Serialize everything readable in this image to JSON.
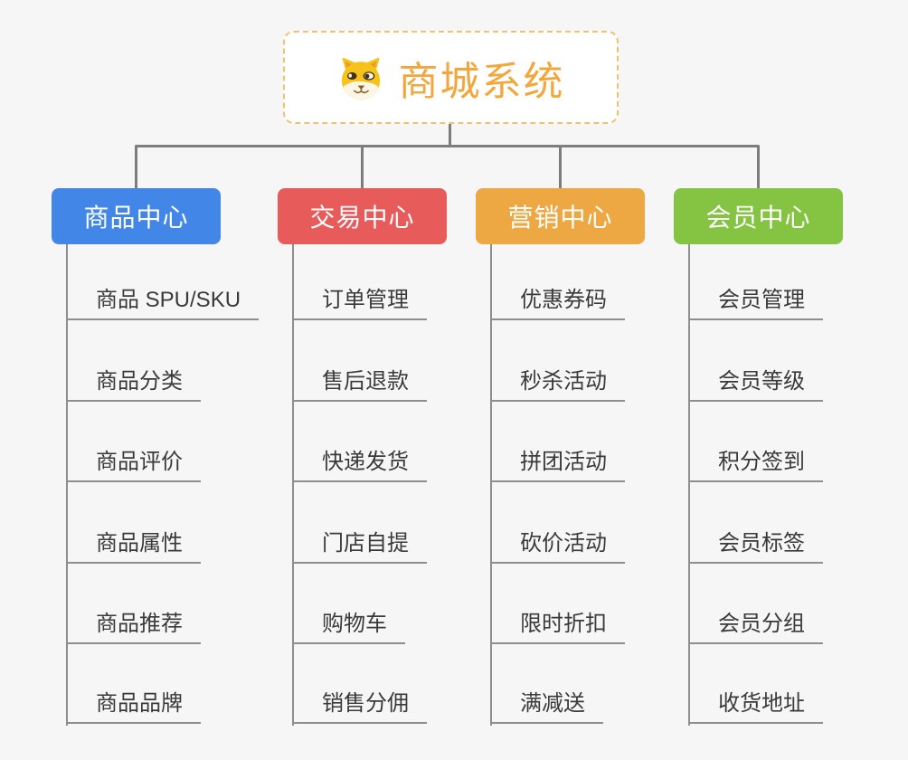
{
  "root": {
    "title": "商城系统",
    "icon": "dog-icon",
    "accent_color": "#f2a73d",
    "border_color": "#f3c06d"
  },
  "branches": [
    {
      "label": "商品中心",
      "color": "#4286e8",
      "children": [
        "商品 SPU/SKU",
        "商品分类",
        "商品评价",
        "商品属性",
        "商品推荐",
        "商品品牌"
      ]
    },
    {
      "label": "交易中心",
      "color": "#e85b5b",
      "children": [
        "订单管理",
        "售后退款",
        "快递发货",
        "门店自提",
        "购物车",
        "销售分佣"
      ]
    },
    {
      "label": "营销中心",
      "color": "#eea843",
      "children": [
        "优惠券码",
        "秒杀活动",
        "拼团活动",
        "砍价活动",
        "限时折扣",
        "满减送"
      ]
    },
    {
      "label": "会员中心",
      "color": "#84c442",
      "children": [
        "会员管理",
        "会员等级",
        "积分签到",
        "会员标签",
        "会员分组",
        "收货地址"
      ]
    }
  ],
  "colors": {
    "background": "#f6f6f6",
    "connector": "#7d7d7d",
    "leaf_line": "#8e8e8e",
    "leaf_text": "#3a3a3a"
  }
}
